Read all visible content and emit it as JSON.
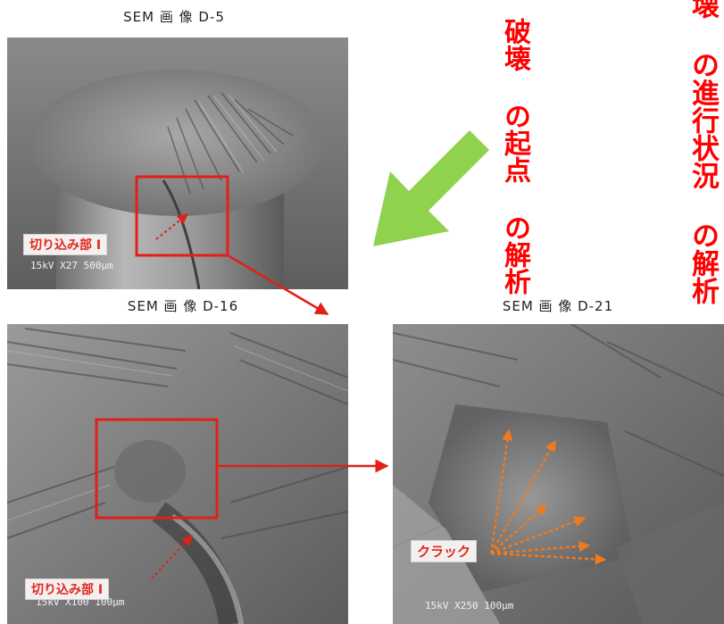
{
  "colors": {
    "highlight": "#e0201a",
    "crack_arrows": "#f07a1e",
    "direction_arrow": "#8fd24e",
    "heading_text": "#ff0000"
  },
  "panels": {
    "d5": {
      "caption": "SEM 画 像 D-5",
      "scalebar": "15kV  X27 500μm",
      "label": "切り込み部 I"
    },
    "d16": {
      "caption": "SEM 画 像 D-16",
      "scalebar": "15kV  X100 100μm",
      "label": "切り込み部 I"
    },
    "d21": {
      "caption": "SEM 画 像 D-21",
      "scalebar": "15kV  X250 100μm",
      "label": "クラック"
    }
  },
  "headings": {
    "origin": "破壊 の起点 の解析",
    "progress": "壊 の進行状況 の解析"
  },
  "icons": {
    "direction_arrow": "arrow-down-left-icon"
  }
}
